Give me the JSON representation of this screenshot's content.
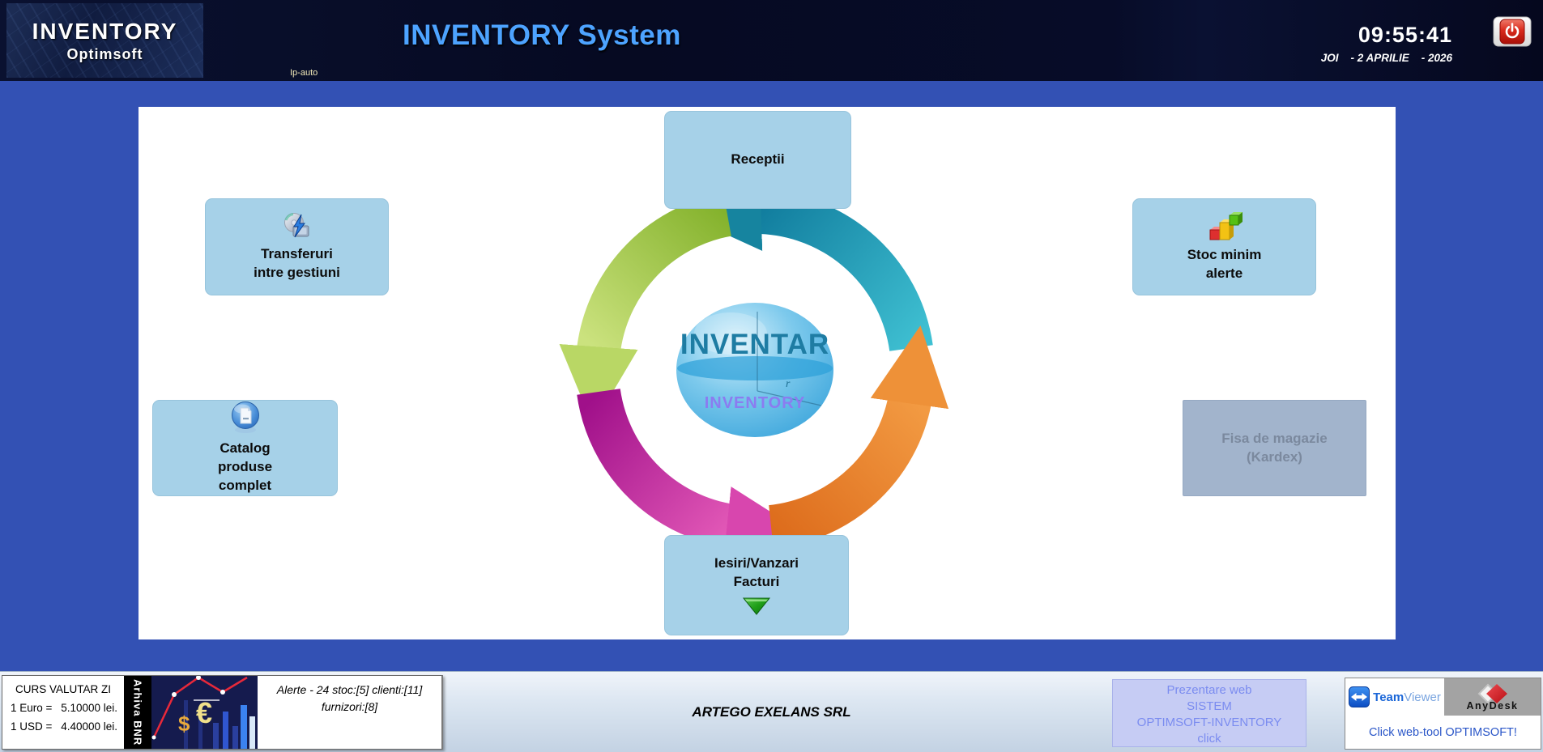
{
  "header": {
    "logo_title": "INVENTORY",
    "logo_subtitle": "Optimsoft",
    "app_title": "INVENTORY System",
    "clock": "09:55:41",
    "date": "JOI    - 2 APRILIE    - 2026",
    "ip_label": "Ip-auto"
  },
  "buttons": {
    "receptii": {
      "label": "Receptii"
    },
    "transferuri": {
      "label": "Transferuri\nintre gestiuni"
    },
    "stoc_minim": {
      "label": "Stoc minim\nalerte"
    },
    "catalog": {
      "label": "Catalog\nproduse\ncomplet"
    },
    "fisa": {
      "label": "Fisa de magazie\n(Kardex)"
    },
    "iesiri": {
      "label": "Iesiri/Vanzari\nFacturi"
    }
  },
  "diagram": {
    "center_title": "INVENTAR",
    "center_subtitle": "INVENTORY",
    "radius_label": "r",
    "colors": {
      "arrow_green": "#a4cc4c",
      "arrow_teal": "#1d8ca8",
      "arrow_magenta": "#bf2399",
      "arrow_orange": "#e4781f",
      "sphere": "#58b8e8"
    }
  },
  "footer": {
    "curs": {
      "title": "CURS VALUTAR ZI",
      "rows": [
        {
          "label": "1 Euro =",
          "value": "5.10000 lei."
        },
        {
          "label": "1 USD =",
          "value": "4.40000 lei."
        }
      ]
    },
    "arhiva_label": "Arhiva BNR",
    "chart": {
      "euro_symbol": "€",
      "dollar_symbol": "$"
    },
    "alerts": "Alerte - 24  stoc:[5]  clienti:[11]\nfurnizori:[8]",
    "company": "ARTEGO EXELANS SRL",
    "prezentare": "Prezentare web\nSISTEM\nOPTIMSOFT-INVENTORY\nclick",
    "teamviewer_team": "Team",
    "teamviewer_viewer": "Viewer",
    "anydesk_label": "AnyDesk",
    "webtool": "Click web-tool OPTIMSOFT!"
  },
  "colors": {
    "title_accent": "#4da3ff",
    "main_background": "#3351b4",
    "button_blue": "#a6d1e8",
    "disabled_button": "#a2b4cc",
    "prezentare_bg": "#c6ccf4"
  }
}
